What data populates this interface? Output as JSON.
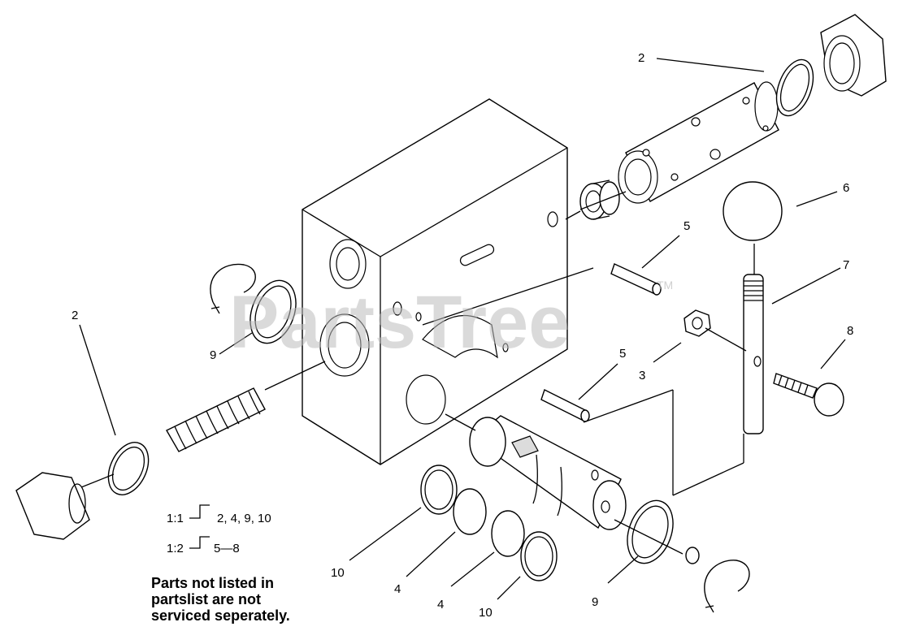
{
  "watermark": {
    "text": "PartsTree",
    "tm": "TM"
  },
  "callouts": {
    "c2_top": "2",
    "c6": "6",
    "c5_top": "5",
    "c7": "7",
    "c8": "8",
    "c2_left": "2",
    "c9_left": "9",
    "c5_mid": "5",
    "c3": "3",
    "c10_a": "10",
    "c4_a": "4",
    "c4_b": "4",
    "c10_b": "10",
    "c9_bottom": "9"
  },
  "legend": {
    "ratio1": "1:1",
    "parts1": "2, 4, 9, 10",
    "ratio2": "1:2",
    "parts2": "5—8"
  },
  "note": {
    "line1": "Parts not listed in",
    "line2": "partslist are not",
    "line3": "serviced seperately."
  }
}
